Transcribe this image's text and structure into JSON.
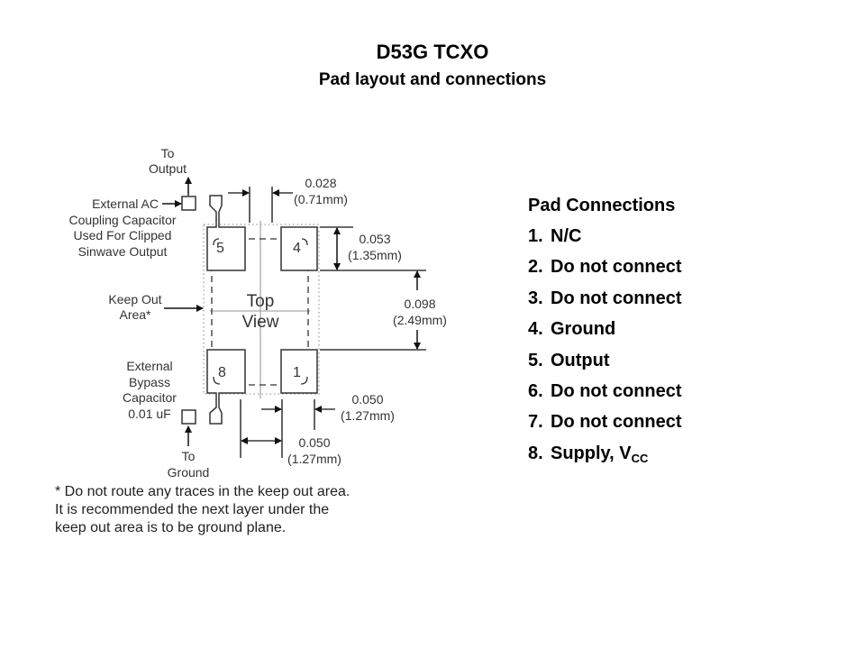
{
  "header": {
    "title": "D53G TCXO",
    "subtitle": "Pad layout and connections"
  },
  "diagram": {
    "labels": {
      "to_output": [
        "To",
        "Output"
      ],
      "ac_coupling": [
        "External AC",
        "Coupling Capacitor",
        "Used For Clipped",
        "Sinwave Output"
      ],
      "keep_out": [
        "Keep Out",
        "Area*"
      ],
      "bypass": [
        "External",
        "Bypass",
        "Capacitor",
        "0.01 uF"
      ],
      "to_ground": [
        "To",
        "Ground"
      ],
      "view": [
        "Top",
        "View"
      ]
    },
    "pads": [
      "5",
      "4",
      "8",
      "1"
    ],
    "dimensions": {
      "pad_gap_width": [
        "0.028",
        "(0.71mm)"
      ],
      "pad_height": [
        "0.053",
        "(1.35mm)"
      ],
      "row_spacing": [
        "0.098",
        "(2.49mm)"
      ],
      "pad_width": [
        "0.050",
        "(1.27mm)"
      ],
      "pad_pitch": [
        "0.050",
        "(1.27mm)"
      ]
    }
  },
  "note": [
    "* Do not route any traces in the keep out area.",
    "It is recommended the next layer under the",
    "keep out area is to be ground plane."
  ],
  "connections": {
    "heading": "Pad Connections",
    "items": [
      {
        "num": "1.",
        "label": "N/C"
      },
      {
        "num": "2.",
        "label": "Do not connect"
      },
      {
        "num": "3.",
        "label": "Do not connect"
      },
      {
        "num": "4.",
        "label": "Ground"
      },
      {
        "num": "5.",
        "label": "Output"
      },
      {
        "num": "6.",
        "label": "Do not connect"
      },
      {
        "num": "7.",
        "label": "Do not connect"
      },
      {
        "num": "8.",
        "label": "Supply, V",
        "sub": "CC"
      }
    ]
  }
}
